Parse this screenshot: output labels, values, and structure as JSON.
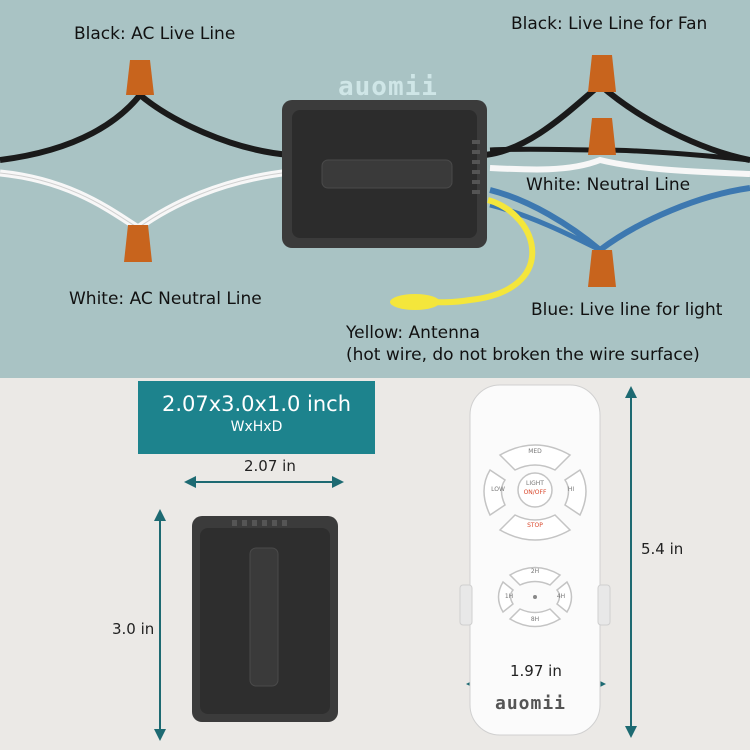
{
  "labels": {
    "black_ac_live": "Black: AC Live Line",
    "black_fan": "Black: Live Line for Fan",
    "white_neutral": "White: Neutral Line",
    "white_ac_neutral": "White: AC Neutral Line",
    "blue_light": "Blue: Live line for light",
    "yellow_antenna_1": "Yellow: Antenna",
    "yellow_antenna_2": "(hot wire, do not broken the wire surface)"
  },
  "brand": "auomii",
  "spec": {
    "size": "2.07x3.0x1.0 inch",
    "order": "WxHxD"
  },
  "dimensions": {
    "receiver_width": "2.07 in",
    "receiver_height": "3.0 in",
    "remote_height": "5.4 in",
    "remote_width": "1.97 in"
  },
  "remote_buttons": {
    "med": "MED",
    "low": "LOW",
    "hi": "HI",
    "light": "LIGHT",
    "onoff": "ON/OFF",
    "stop": "STOP",
    "t2h": "2H",
    "t1h": "1H",
    "t4h": "4H",
    "t8h": "8H"
  },
  "colors": {
    "top_bg": "#a9c3c4",
    "bottom_bg": "#ebe9e6",
    "accent": "#1d838d",
    "wire_black": "#1a1a1a",
    "wire_white": "#f7f7f7",
    "wire_blue": "#3d78b0",
    "wire_yellow": "#f4e63b",
    "connector_orange": "#c8641d"
  }
}
